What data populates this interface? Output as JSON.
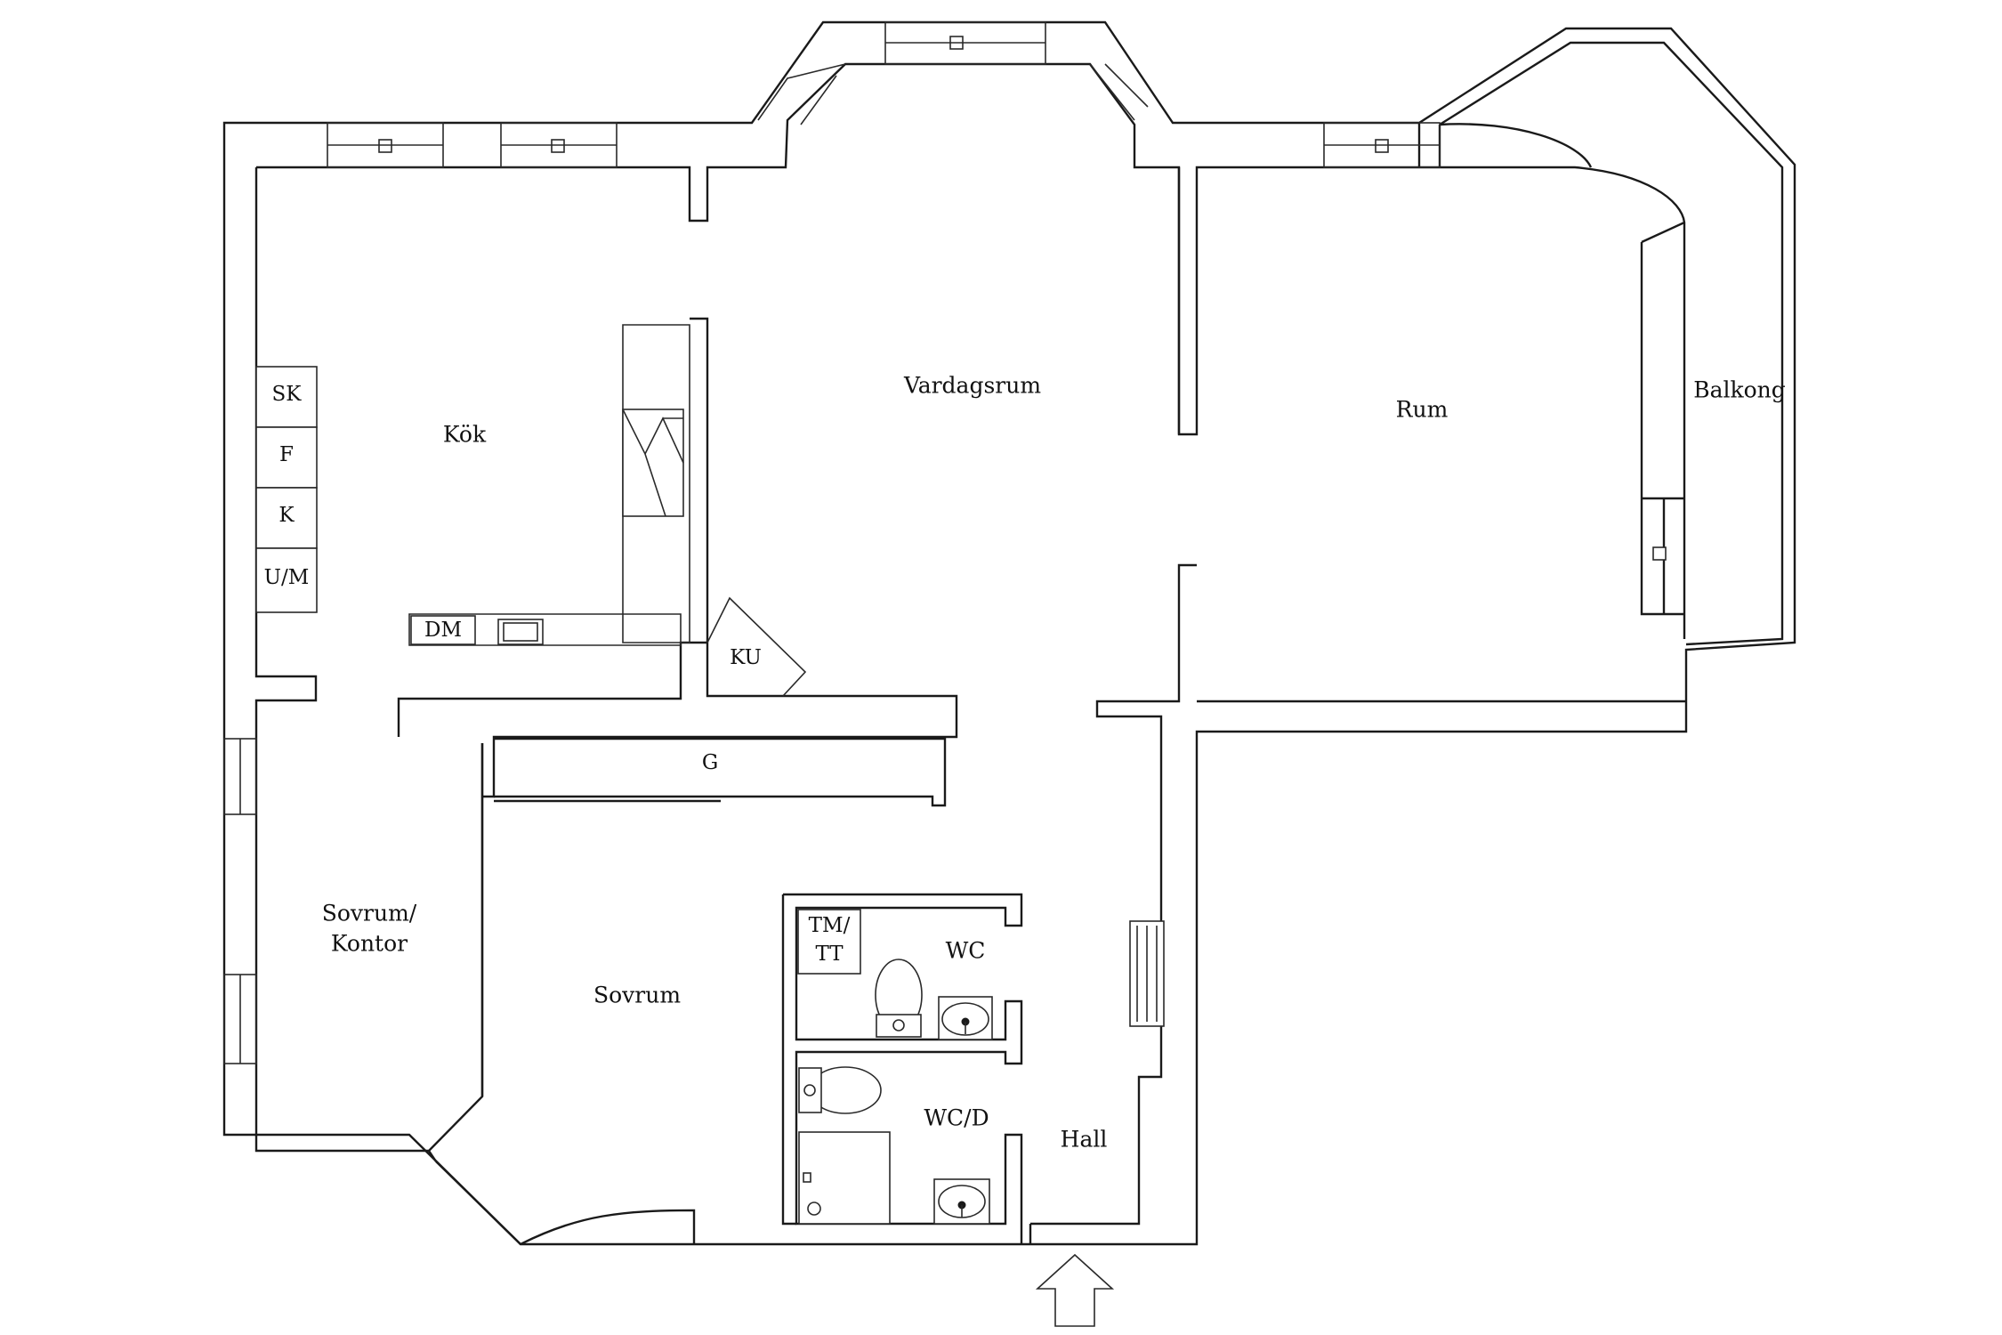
{
  "rooms": {
    "kok": "Kök",
    "vardagsrum": "Vardagsrum",
    "rum": "Rum",
    "balkong": "Balkong",
    "sovrum_kontor_1": "Sovrum/",
    "sovrum_kontor_2": "Kontor",
    "sovrum": "Sovrum",
    "wc": "WC",
    "wc_d": "WC/D",
    "hall": "Hall"
  },
  "fixtures": {
    "sk": "SK",
    "f": "F",
    "k": "K",
    "um": "U/M",
    "dm": "DM",
    "ku": "KU",
    "g": "G",
    "tm": "TM/",
    "tt": "TT"
  },
  "icons": [
    "entrance-arrow-icon",
    "toilet-icon",
    "sink-icon",
    "shower-icon",
    "radiator-icon",
    "stove-icon"
  ]
}
